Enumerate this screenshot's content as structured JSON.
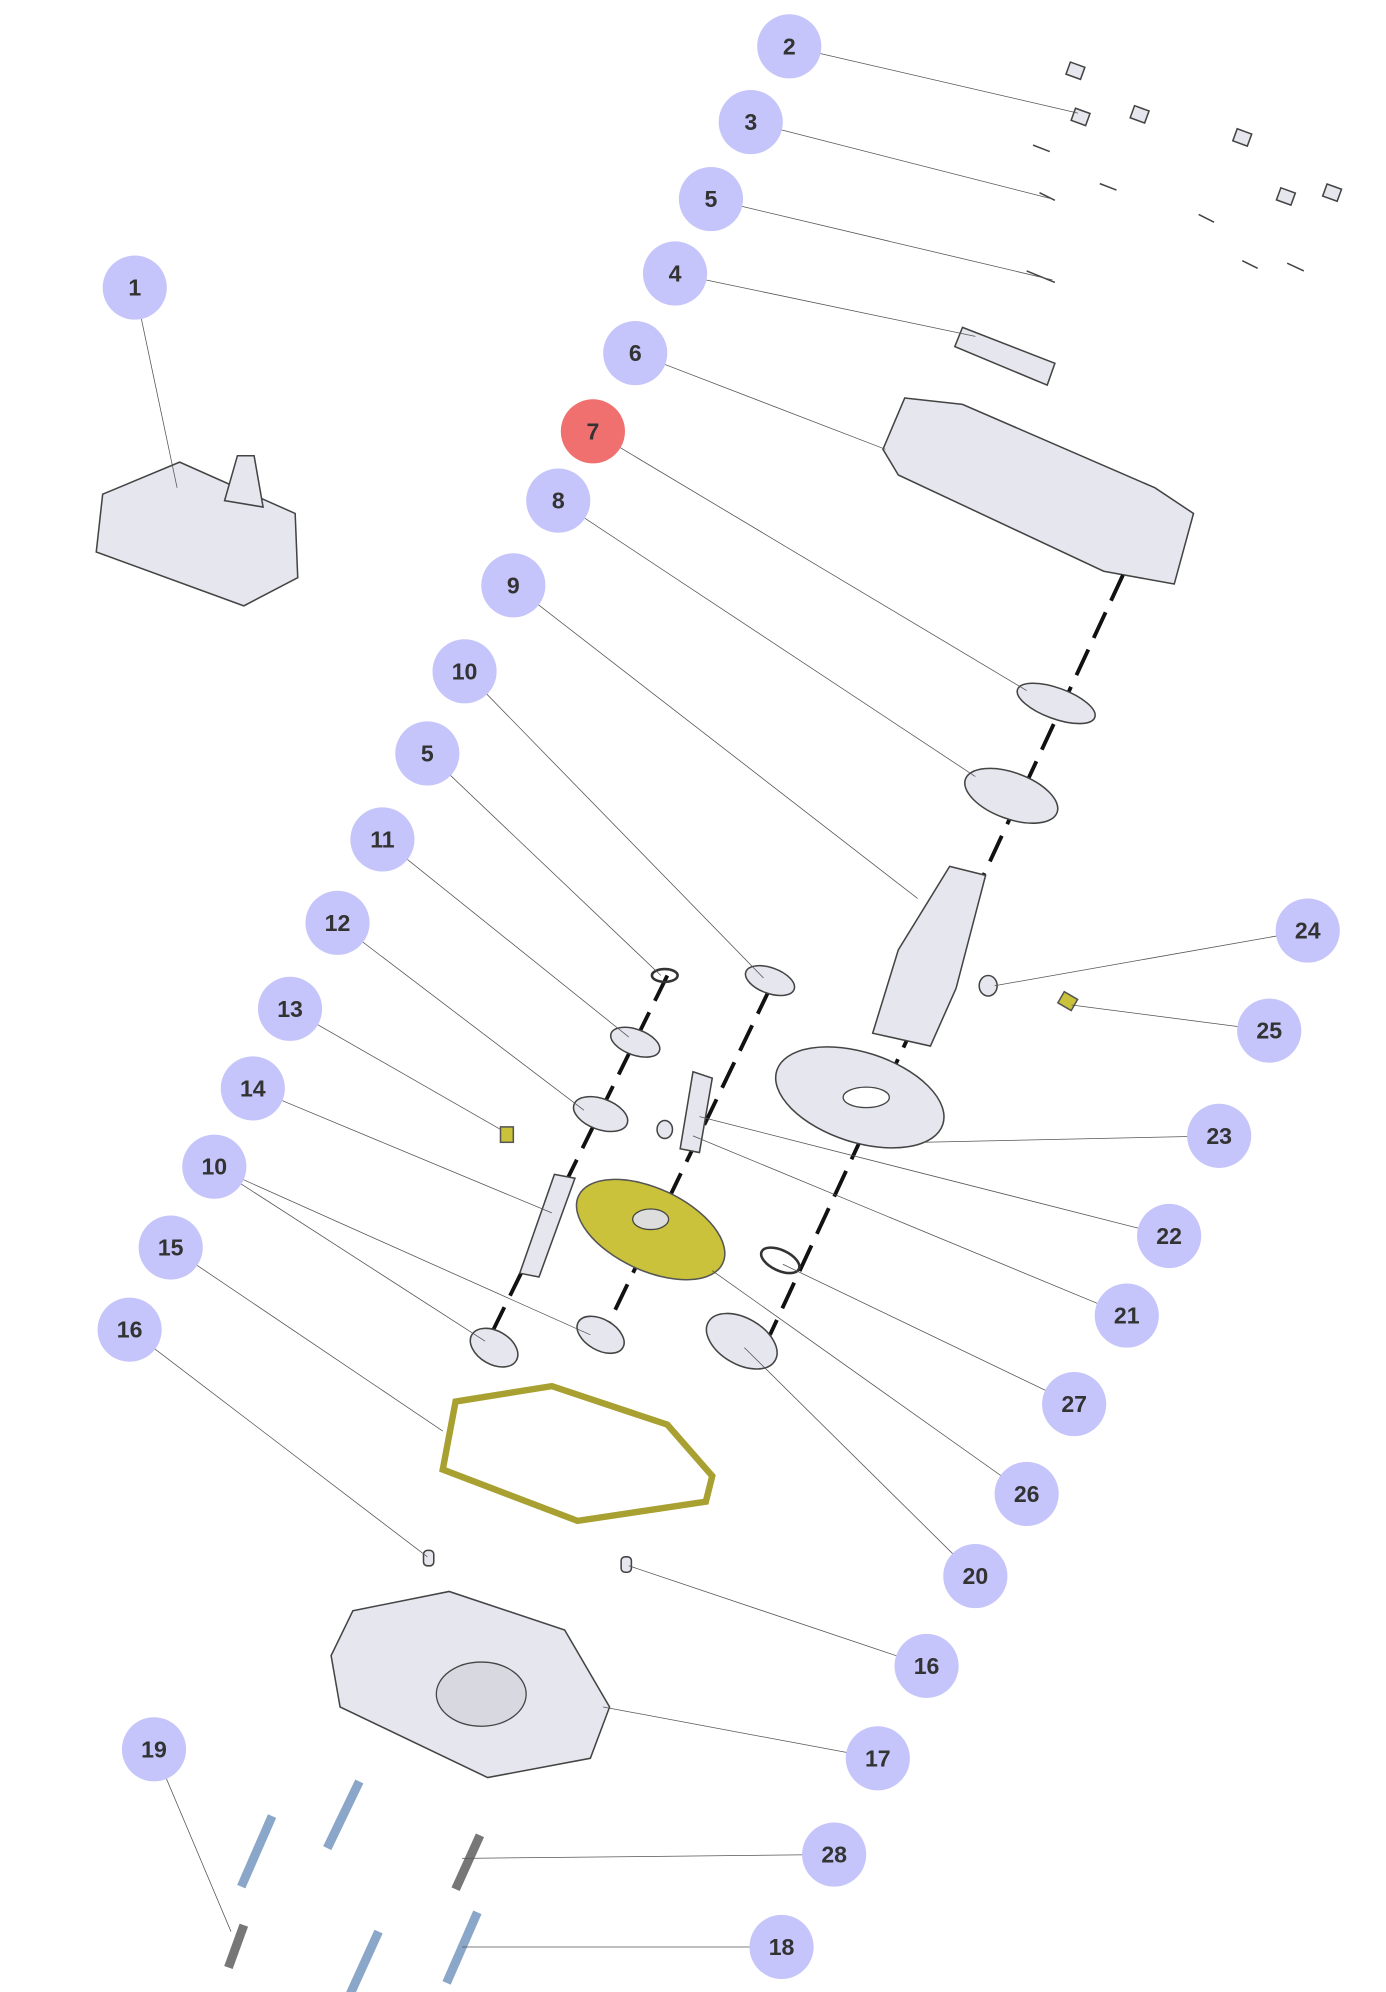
{
  "callouts": [
    {
      "label": "1",
      "highlighted": false
    },
    {
      "label": "2",
      "highlighted": false
    },
    {
      "label": "3",
      "highlighted": false
    },
    {
      "label": "5",
      "highlighted": false
    },
    {
      "label": "4",
      "highlighted": false
    },
    {
      "label": "6",
      "highlighted": false
    },
    {
      "label": "7",
      "highlighted": true
    },
    {
      "label": "8",
      "highlighted": false
    },
    {
      "label": "9",
      "highlighted": false
    },
    {
      "label": "10",
      "highlighted": false
    },
    {
      "label": "5",
      "highlighted": false
    },
    {
      "label": "11",
      "highlighted": false
    },
    {
      "label": "12",
      "highlighted": false
    },
    {
      "label": "13",
      "highlighted": false
    },
    {
      "label": "14",
      "highlighted": false
    },
    {
      "label": "10",
      "highlighted": false
    },
    {
      "label": "15",
      "highlighted": false
    },
    {
      "label": "16",
      "highlighted": false
    },
    {
      "label": "19",
      "highlighted": false
    },
    {
      "label": "24",
      "highlighted": false
    },
    {
      "label": "25",
      "highlighted": false
    },
    {
      "label": "23",
      "highlighted": false
    },
    {
      "label": "22",
      "highlighted": false
    },
    {
      "label": "21",
      "highlighted": false
    },
    {
      "label": "27",
      "highlighted": false
    },
    {
      "label": "26",
      "highlighted": false
    },
    {
      "label": "20",
      "highlighted": false
    },
    {
      "label": "16",
      "highlighted": false
    },
    {
      "label": "17",
      "highlighted": false
    },
    {
      "label": "28",
      "highlighted": false
    },
    {
      "label": "18",
      "highlighted": false
    }
  ],
  "colors": {
    "callout": "#c5c5fb",
    "highlight": "#f07070",
    "part": "#e6e6ee",
    "accent_part": "#c9c23a"
  }
}
